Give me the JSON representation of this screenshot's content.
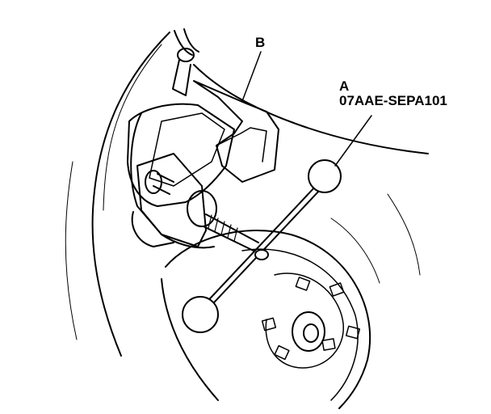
{
  "labels": {
    "b": "B",
    "a": "A",
    "a_part_number": "07AAE-SEPA101"
  },
  "colors": {
    "line": "#000000",
    "background": "#ffffff"
  }
}
